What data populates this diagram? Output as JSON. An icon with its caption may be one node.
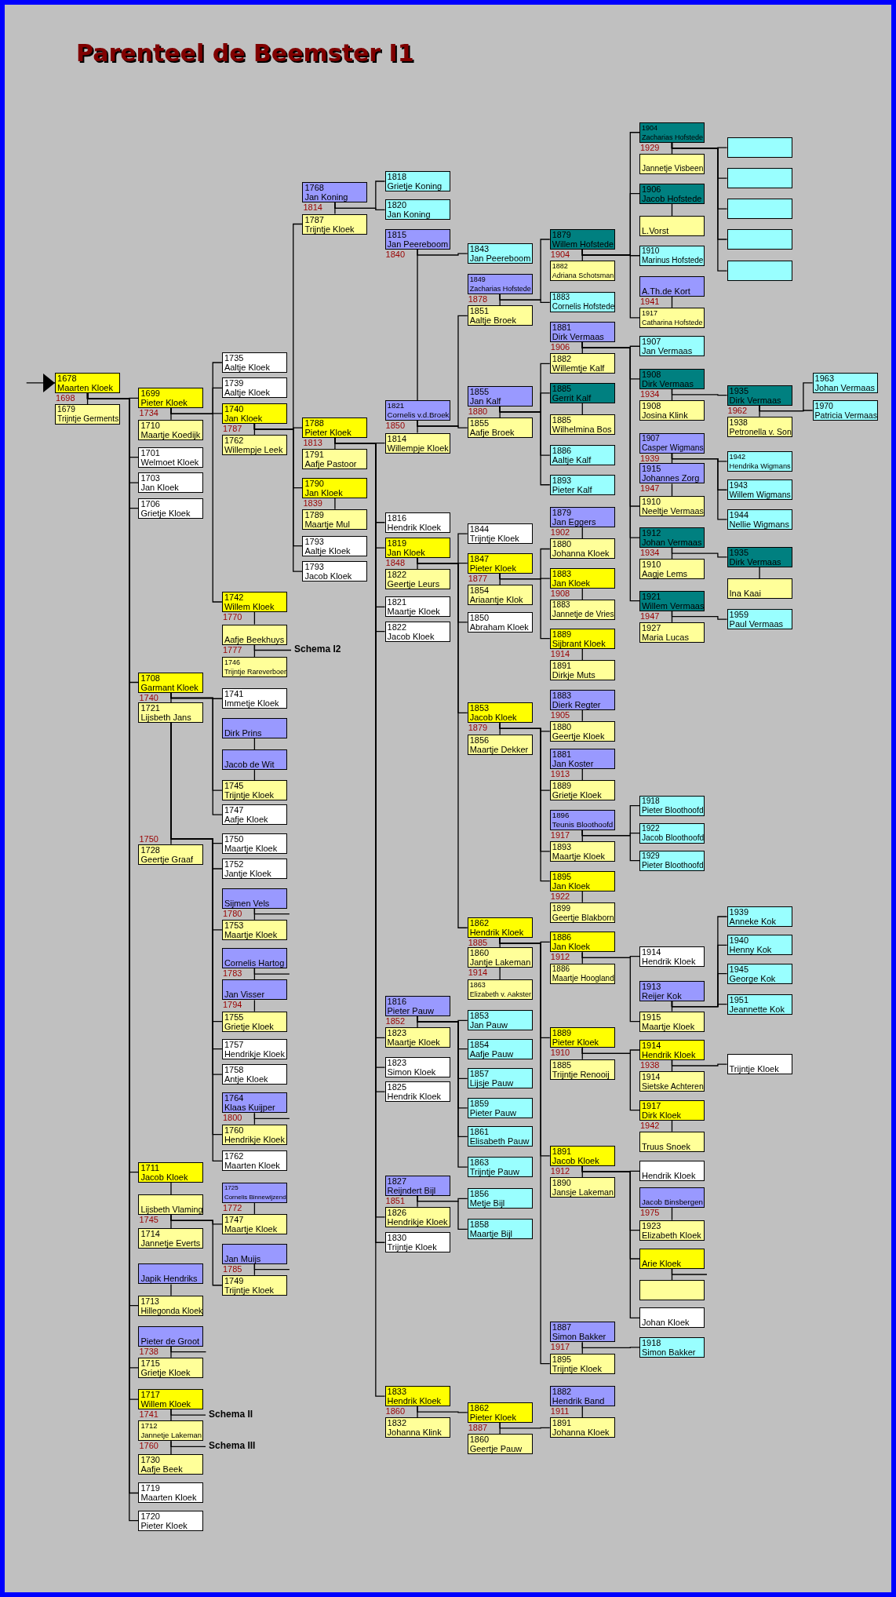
{
  "diagram": {
    "title": "Parenteel de Beemster I1",
    "nodes": [
      {
        "text": [
          "1678 Maarten Kloek"
        ],
        "beside": [
          "1698"
        ]
      },
      {
        "text": [
          "1679 Trijntje Germents"
        ]
      },
      {
        "text": [
          "1699 Pieter Kloek"
        ],
        "beside": [
          "1734"
        ]
      },
      {
        "text": [
          "1710 Maartje Koedijk"
        ]
      },
      {
        "text": [
          "1701 Welmoet Kloek"
        ]
      },
      {
        "text": [
          "1703 Jan Kloek"
        ]
      },
      {
        "text": [
          "1706 Grietje Kloek"
        ]
      },
      {
        "text": [
          "1708 Garmant Kloek"
        ],
        "beside": [
          "1740"
        ]
      },
      {
        "text": [
          "1721 Lijsbeth Jans"
        ]
      },
      {
        "text": [
          "1728 Geertje Graaf"
        ],
        "beside": [
          "1750"
        ]
      },
      {
        "text": [
          "1711 Jacob Kloek"
        ]
      },
      {
        "text": [
          "Lijsbeth Vlaming"
        ],
        "beside": [
          "1745"
        ]
      },
      {
        "text": [
          "1714 Jannetje Everts"
        ]
      },
      {
        "text": [
          "Japik Hendriks"
        ]
      },
      {
        "text": [
          "1713 Hillegonda Kloek"
        ]
      },
      {
        "text": [
          "Pieter de Groot"
        ],
        "beside": [
          "1738"
        ]
      },
      {
        "text": [
          "1715 Grietje Kloek"
        ]
      },
      {
        "text": [
          "1717 Willem Kloek"
        ],
        "beside": [
          "1741"
        ]
      },
      {
        "text": [
          "1712 Jannetje Lakeman"
        ],
        "beside": [
          "1760"
        ]
      },
      {
        "text": [
          "1730 Aafje Beek"
        ]
      },
      {
        "text": [
          "1719 Maarten Kloek"
        ]
      },
      {
        "text": [
          "1720 Pieter Kloek"
        ]
      },
      {
        "text": [
          "1735 Aaltje Kloek"
        ]
      },
      {
        "text": [
          "1739 Aaltje Kloek"
        ]
      },
      {
        "text": [
          "1740 Jan Kloek"
        ],
        "beside": [
          "1787"
        ]
      },
      {
        "text": [
          "1762 Willempje Leek"
        ]
      },
      {
        "text": [
          "1742 Willem Kloek"
        ],
        "beside": [
          "1770"
        ]
      },
      {
        "text": [
          "Aafje Beekhuys"
        ],
        "beside": [
          "1777"
        ]
      },
      {
        "text": [
          "1746 Trijntje Rareverboer"
        ]
      },
      {
        "text": [
          "Schema I2"
        ]
      },
      {
        "text": [
          "1741 Immetje Kloek"
        ]
      },
      {
        "text": [
          "Dirk Prins"
        ]
      },
      {
        "text": [
          "Jacob de Wit"
        ]
      },
      {
        "text": [
          "1745 Trijntje Kloek"
        ]
      },
      {
        "text": [
          "1747 Aafje Kloek"
        ]
      },
      {
        "text": [
          "1750 Maartje Kloek"
        ]
      },
      {
        "text": [
          "1752 Jantje Kloek"
        ]
      },
      {
        "text": [
          "Sijmen Vels"
        ],
        "beside": [
          "1780"
        ]
      },
      {
        "text": [
          "1753 Maartje Kloek"
        ]
      },
      {
        "text": [
          "Cornelis Hartog"
        ],
        "beside": [
          "1783"
        ]
      },
      {
        "text": [
          "Jan Visser"
        ],
        "beside": [
          "1794"
        ]
      },
      {
        "text": [
          "1755 Grietje Kloek"
        ]
      },
      {
        "text": [
          "1757 Hendrikje Kloek"
        ]
      },
      {
        "text": [
          "1758 Antje Kloek"
        ]
      },
      {
        "text": [
          "1764 Klaas Kuijper"
        ],
        "beside": [
          "1800"
        ]
      },
      {
        "text": [
          "1760 Hendrikje Kloek"
        ]
      },
      {
        "text": [
          "1762 Maarten Kloek"
        ]
      },
      {
        "text": [
          "1725 Cornelis Binnewijzend"
        ],
        "beside": [
          "1772"
        ]
      },
      {
        "text": [
          "1747 Maartje Kloek"
        ]
      },
      {
        "text": [
          "Jan Muijs"
        ],
        "beside": [
          "1785"
        ]
      },
      {
        "text": [
          "1749 Trijntje Kloek"
        ]
      },
      {
        "text": [
          "1768 Jan Koning"
        ],
        "beside": [
          "1814"
        ]
      },
      {
        "text": [
          "1787 Trijntje Kloek"
        ]
      },
      {
        "text": [
          "1788 Pieter Kloek"
        ],
        "beside": [
          "1813"
        ]
      },
      {
        "text": [
          "1791 Aafje Pastoor"
        ]
      },
      {
        "text": [
          "1790 Jan Kloek"
        ],
        "beside": [
          "1839"
        ]
      },
      {
        "text": [
          "1789 Maartje Mul"
        ]
      },
      {
        "text": [
          "1793 Aaltje Kloek"
        ]
      },
      {
        "text": [
          "1793 Jacob Kloek"
        ]
      },
      {
        "text": [
          "1818 Grietje Koning"
        ]
      },
      {
        "text": [
          "1820 Jan Koning"
        ]
      },
      {
        "text": [
          "1815 Jan Peereboom"
        ],
        "beside": [
          "1840"
        ]
      },
      {
        "text": [
          "1821 Cornelis v.d.Broek"
        ],
        "beside": [
          "1850"
        ]
      },
      {
        "text": [
          "1814 Willempje Kloek"
        ]
      },
      {
        "text": [
          "1816 Hendrik Kloek"
        ]
      },
      {
        "text": [
          "1819 Jan Kloek"
        ],
        "beside": [
          "1848"
        ]
      },
      {
        "text": [
          "1822 Geertje Leurs"
        ]
      },
      {
        "text": [
          "1821 Maartje Kloek"
        ]
      },
      {
        "text": [
          "1822 Jacob Kloek"
        ]
      },
      {
        "text": [
          "1816 Pieter Pauw"
        ],
        "beside": [
          "1852"
        ]
      },
      {
        "text": [
          "1823 Maartje Kloek"
        ]
      },
      {
        "text": [
          "1823 Simon Kloek"
        ]
      },
      {
        "text": [
          "1825 Hendrik Kloek"
        ]
      },
      {
        "text": [
          "1827 Reijndert Bijl"
        ],
        "beside": [
          "1851"
        ]
      },
      {
        "text": [
          "1826 Hendrikje Kloek"
        ]
      },
      {
        "text": [
          "1830 Trijntje Kloek"
        ]
      },
      {
        "text": [
          "1833 Hendrik Kloek"
        ],
        "beside": [
          "1860"
        ]
      },
      {
        "text": [
          "1832 Johanna Klink"
        ]
      },
      {
        "text": [
          "1843 Jan Peereboom"
        ]
      },
      {
        "text": [
          "1849 Zacharias Hofstede"
        ],
        "beside": [
          "1878"
        ]
      },
      {
        "text": [
          "1851 Aaltje Broek"
        ]
      },
      {
        "text": [
          "1855 Jan Kalf"
        ],
        "beside": [
          "1880"
        ]
      },
      {
        "text": [
          "1855 Aafje Broek"
        ]
      },
      {
        "text": [
          "1844 Trijntje Kloek"
        ]
      },
      {
        "text": [
          "1847 Pieter Kloek"
        ],
        "beside": [
          "1877"
        ]
      },
      {
        "text": [
          "1854 Ariaantje Klok"
        ]
      },
      {
        "text": [
          "1850 Abraham Kloek"
        ]
      },
      {
        "text": [
          "1853 Jacob Kloek"
        ],
        "beside": [
          "1879"
        ]
      },
      {
        "text": [
          "1856 Maartje Dekker"
        ]
      },
      {
        "text": [
          "1862 Hendrik Kloek"
        ],
        "beside": [
          "1885"
        ]
      },
      {
        "text": [
          "1860 Jantje Lakeman"
        ],
        "beside": [
          "1914"
        ]
      },
      {
        "text": [
          "1863 Elizabeth v. Aakster"
        ]
      },
      {
        "text": [
          "1853 Jan Pauw"
        ]
      },
      {
        "text": [
          "1854 Aafje Pauw"
        ]
      },
      {
        "text": [
          "1857 Lijsje Pauw"
        ]
      },
      {
        "text": [
          "1859 Pieter Pauw"
        ]
      },
      {
        "text": [
          "1861 Elisabeth Pauw"
        ]
      },
      {
        "text": [
          "1863 Trijntje Pauw"
        ]
      },
      {
        "text": [
          "1856 Metje Bijl"
        ]
      },
      {
        "text": [
          "1858 Maartje Bijl"
        ]
      },
      {
        "text": [
          "1862 Pieter Kloek"
        ],
        "beside": [
          "1887"
        ]
      },
      {
        "text": [
          "1860 Geertje Pauw"
        ]
      },
      {
        "text": [
          "1879 Willem Hofstede"
        ],
        "beside": [
          "1904"
        ]
      },
      {
        "text": [
          "1882 Adriana Schotsman"
        ]
      },
      {
        "text": [
          "1883 Cornelis Hofstede"
        ]
      },
      {
        "text": [
          "1881 Dirk Vermaas"
        ],
        "beside": [
          "1906"
        ]
      },
      {
        "text": [
          "1882 Willemtje Kalf"
        ]
      },
      {
        "text": [
          "1885 Gerrit Kalf"
        ]
      },
      {
        "text": [
          "1885 Wilhelmina Bos"
        ]
      },
      {
        "text": [
          "1886 Aaltje Kalf"
        ]
      },
      {
        "text": [
          "1893 Pieter Kalf"
        ]
      },
      {
        "text": [
          "1879 Jan Eggers"
        ],
        "beside": [
          "1902"
        ]
      },
      {
        "text": [
          "1880 Johanna Kloek"
        ]
      },
      {
        "text": [
          "1883 Jan Kloek"
        ],
        "beside": [
          "1908"
        ]
      },
      {
        "text": [
          "1883 Jannetje de Vries"
        ]
      },
      {
        "text": [
          "1889 Sijbrant Kloek"
        ],
        "beside": [
          "1914"
        ]
      },
      {
        "text": [
          "1891 Dirkje Muts"
        ]
      },
      {
        "text": [
          "1883 Dierk Regter"
        ],
        "beside": [
          "1905"
        ]
      },
      {
        "text": [
          "1880 Geertje Kloek"
        ]
      },
      {
        "text": [
          "1881 Jan Koster"
        ],
        "beside": [
          "1913"
        ]
      },
      {
        "text": [
          "1889 Grietje Kloek"
        ]
      },
      {
        "text": [
          "1896 Teunis Bloothoofd"
        ],
        "beside": [
          "1917"
        ]
      },
      {
        "text": [
          "1893 Maartje Kloek"
        ]
      },
      {
        "text": [
          "1895 Jan Kloek"
        ],
        "beside": [
          "1922"
        ]
      },
      {
        "text": [
          "1899 Geertje Blakborn"
        ]
      },
      {
        "text": [
          "1886 Jan Kloek"
        ],
        "beside": [
          "1912"
        ]
      },
      {
        "text": [
          "1886 Maartje Hoogland"
        ]
      },
      {
        "text": [
          "1889 Pieter Kloek"
        ],
        "beside": [
          "1910"
        ]
      },
      {
        "text": [
          "1885 Trijntje Renooij"
        ]
      },
      {
        "text": [
          "1891 Jacob Kloek"
        ],
        "beside": [
          "1912"
        ]
      },
      {
        "text": [
          "1890 Jansje Lakeman"
        ]
      },
      {
        "text": [
          "1887 Simon Bakker"
        ],
        "beside": [
          "1917"
        ]
      },
      {
        "text": [
          "1895 Trijntje Kloek"
        ]
      },
      {
        "text": [
          "1882 Hendrik Band"
        ],
        "beside": [
          "1911"
        ]
      },
      {
        "text": [
          "1891 Johanna Kloek"
        ]
      },
      {
        "text": [
          "1904 Zacharias Hofstede"
        ],
        "beside": [
          "1929"
        ]
      },
      {
        "text": [
          "Jannetje Visbeen"
        ]
      },
      {
        "text": [
          "1906 Jacob Hofstede"
        ]
      },
      {
        "text": [
          "L.Vorst"
        ]
      },
      {
        "text": [
          "1910 Marinus Hofstede"
        ]
      },
      {
        "text": [
          "A.Th.de Kort"
        ],
        "beside": [
          "1941"
        ]
      },
      {
        "text": [
          "1917 Catharina Hofstede"
        ]
      },
      {
        "text": [
          "1907 Jan Vermaas"
        ]
      },
      {
        "text": [
          "1908 Dirk Vermaas"
        ],
        "beside": [
          "1934"
        ]
      },
      {
        "text": [
          "1908 Josina Klink"
        ]
      },
      {
        "text": [
          "1907 Casper Wigmans"
        ],
        "beside": [
          "1939"
        ]
      },
      {
        "text": [
          "1915 Johannes Zorg"
        ],
        "beside": [
          "1947"
        ]
      },
      {
        "text": [
          "1910 Neeltje Vermaas"
        ]
      },
      {
        "text": [
          "1912 Johan Vermaas"
        ],
        "beside": [
          "1934"
        ]
      },
      {
        "text": [
          "1910 Aagje Lems"
        ]
      },
      {
        "text": [
          "1921 Willem Vermaas"
        ],
        "beside": [
          "1947"
        ]
      },
      {
        "text": [
          "1927 Maria Lucas"
        ]
      },
      {
        "text": [
          "1918 Pieter Bloothoofd"
        ]
      },
      {
        "text": [
          "1922 Jacob Bloothoofd"
        ]
      },
      {
        "text": [
          "1929 Pieter Bloothoofd"
        ]
      },
      {
        "text": [
          "1914 Hendrik Kloek"
        ]
      },
      {
        "text": [
          "1913 Reijer Kok"
        ]
      },
      {
        "text": [
          "1915 Maartje Kloek"
        ]
      },
      {
        "text": [
          "1914 Hendrik Kloek"
        ],
        "beside": [
          "1938"
        ]
      },
      {
        "text": [
          "1914 Sietske Achteren"
        ]
      },
      {
        "text": [
          "1917 Dirk Kloek"
        ],
        "beside": [
          "1942"
        ]
      },
      {
        "text": [
          "Truus Snoek"
        ]
      },
      {
        "text": [
          "Hendrik Kloek"
        ]
      },
      {
        "text": [
          "Jacob Binsbergen"
        ],
        "beside": [
          "1975"
        ]
      },
      {
        "text": [
          "1923 Elizabeth Kloek"
        ]
      },
      {
        "text": [
          "Arie Kloek"
        ]
      },
      {
        "text": [],
        "shape": "box"
      },
      {
        "text": [
          "Johan Kloek"
        ]
      },
      {
        "text": [
          "1918 Simon Bakker"
        ]
      },
      {
        "text": [],
        "shape": "box"
      },
      {
        "text": [],
        "shape": "box"
      },
      {
        "text": [],
        "shape": "box"
      },
      {
        "text": [],
        "shape": "box"
      },
      {
        "text": [],
        "shape": "box"
      },
      {
        "text": [
          "1935 Dirk Vermaas"
        ],
        "beside": [
          "1962"
        ]
      },
      {
        "text": [
          "1938 Petronella v. Son"
        ]
      },
      {
        "text": [
          "1942 Hendrika Wigmans"
        ]
      },
      {
        "text": [
          "1943 Willem Wigmans"
        ]
      },
      {
        "text": [
          "1944 Nellie Wigmans"
        ]
      },
      {
        "text": [
          "1935 Dirk Vermaas"
        ]
      },
      {
        "text": [
          "Ina Kaai"
        ]
      },
      {
        "text": [
          "1959 Paul Vermaas"
        ]
      },
      {
        "text": [
          "1939 Anneke Kok"
        ]
      },
      {
        "text": [
          "1940 Henny Kok"
        ]
      },
      {
        "text": [
          "1945 George Kok"
        ]
      },
      {
        "text": [
          "1951 Jeannette Kok"
        ]
      },
      {
        "text": [
          "Trijntje Kloek"
        ]
      },
      {
        "text": [
          "1963 Johan Vermaas"
        ]
      },
      {
        "text": [
          "1970 Patricia Vermaas"
        ]
      },
      {
        "text": [
          "Schema II"
        ]
      },
      {
        "text": [
          "Schema III"
        ]
      }
    ],
    "edges": [
      {
        "from": null,
        "to": 0,
        "arrow": "to"
      },
      {
        "from": 0,
        "to": 1,
        "arrow": "none"
      },
      {
        "from": 0,
        "to": 2,
        "arrow": "none"
      },
      {
        "from": 0,
        "to": 4,
        "arrow": "none"
      },
      {
        "from": 0,
        "to": 5,
        "arrow": "none"
      },
      {
        "from": 0,
        "to": 6,
        "arrow": "none"
      },
      {
        "from": 0,
        "to": 7,
        "arrow": "none"
      },
      {
        "from": 0,
        "to": 10,
        "arrow": "none"
      },
      {
        "from": 0,
        "to": 14,
        "arrow": "none"
      },
      {
        "from": 0,
        "to": 16,
        "arrow": "none"
      },
      {
        "from": 0,
        "to": 17,
        "arrow": "none"
      },
      {
        "from": 0,
        "to": 20,
        "arrow": "none"
      },
      {
        "from": 0,
        "to": 21,
        "arrow": "none"
      },
      {
        "from": 2,
        "to": 3,
        "arrow": "none"
      },
      {
        "from": 2,
        "to": 22,
        "arrow": "none"
      },
      {
        "from": 2,
        "to": 23,
        "arrow": "none"
      },
      {
        "from": 2,
        "to": 24,
        "arrow": "none"
      },
      {
        "from": 2,
        "to": 26,
        "arrow": "none"
      },
      {
        "from": 24,
        "to": 25,
        "arrow": "none"
      },
      {
        "from": 24,
        "to": 52,
        "arrow": "none"
      },
      {
        "from": 24,
        "to": 53,
        "arrow": "none"
      },
      {
        "from": 24,
        "to": 55,
        "arrow": "none"
      },
      {
        "from": 24,
        "to": 57,
        "arrow": "none"
      },
      {
        "from": 24,
        "to": 58,
        "arrow": "none"
      },
      {
        "from": 26,
        "to": 27,
        "arrow": "none"
      },
      {
        "from": 27,
        "to": 28,
        "arrow": "none"
      },
      {
        "from": 27,
        "to": 29,
        "arrow": "none"
      },
      {
        "from": 7,
        "to": 8,
        "arrow": "none"
      },
      {
        "from": 7,
        "to": 30,
        "arrow": "none"
      },
      {
        "from": 7,
        "to": 33,
        "arrow": "none"
      },
      {
        "from": 7,
        "to": 34,
        "arrow": "none"
      },
      {
        "from": 31,
        "to": 32,
        "arrow": "none"
      },
      {
        "from": 32,
        "to": 33,
        "arrow": "none"
      },
      {
        "from": 8,
        "to": 9,
        "arrow": "none"
      },
      {
        "from": 8,
        "to": 35,
        "arrow": "none"
      },
      {
        "from": 8,
        "to": 36,
        "arrow": "none"
      },
      {
        "from": 8,
        "to": 38,
        "arrow": "none"
      },
      {
        "from": 8,
        "to": 41,
        "arrow": "none"
      },
      {
        "from": 8,
        "to": 42,
        "arrow": "none"
      },
      {
        "from": 8,
        "to": 43,
        "arrow": "none"
      },
      {
        "from": 8,
        "to": 45,
        "arrow": "none"
      },
      {
        "from": 8,
        "to": 46,
        "arrow": "none"
      },
      {
        "from": 37,
        "to": 38,
        "arrow": "none"
      },
      {
        "from": 37,
        "to": null,
        "arrow": "none"
      },
      {
        "from": 39,
        "to": 40,
        "arrow": "none"
      },
      {
        "from": 40,
        "to": 41,
        "arrow": "none"
      },
      {
        "from": 39,
        "to": null,
        "arrow": "none"
      },
      {
        "from": 44,
        "to": 45,
        "arrow": "none"
      },
      {
        "from": 44,
        "to": null,
        "arrow": "none"
      },
      {
        "from": 10,
        "to": 11,
        "arrow": "none"
      },
      {
        "from": 11,
        "to": 12,
        "arrow": "none"
      },
      {
        "from": 11,
        "to": 48,
        "arrow": "none"
      },
      {
        "from": 11,
        "to": 50,
        "arrow": "none"
      },
      {
        "from": 47,
        "to": 48,
        "arrow": "none"
      },
      {
        "from": 49,
        "to": 50,
        "arrow": "none"
      },
      {
        "from": 49,
        "to": null,
        "arrow": "none"
      },
      {
        "from": 13,
        "to": 14,
        "arrow": "none"
      },
      {
        "from": 15,
        "to": 16,
        "arrow": "none"
      },
      {
        "from": 15,
        "to": null,
        "arrow": "none"
      },
      {
        "from": 17,
        "to": 18,
        "arrow": "none"
      },
      {
        "from": 17,
        "to": 189,
        "arrow": "none"
      },
      {
        "from": 18,
        "to": 19,
        "arrow": "none"
      },
      {
        "from": 18,
        "to": 190,
        "arrow": "none"
      },
      {
        "from": 51,
        "to": 52,
        "arrow": "none"
      },
      {
        "from": 51,
        "to": 59,
        "arrow": "none"
      },
      {
        "from": 51,
        "to": 60,
        "arrow": "none"
      },
      {
        "from": 53,
        "to": 54,
        "arrow": "none"
      },
      {
        "from": 53,
        "to": 63,
        "arrow": "none"
      },
      {
        "from": 53,
        "to": 64,
        "arrow": "none"
      },
      {
        "from": 53,
        "to": 65,
        "arrow": "none"
      },
      {
        "from": 53,
        "to": 67,
        "arrow": "none"
      },
      {
        "from": 53,
        "to": 68,
        "arrow": "none"
      },
      {
        "from": 53,
        "to": 70,
        "arrow": "none"
      },
      {
        "from": 53,
        "to": 71,
        "arrow": "none"
      },
      {
        "from": 53,
        "to": 72,
        "arrow": "none"
      },
      {
        "from": 53,
        "to": 74,
        "arrow": "none"
      },
      {
        "from": 53,
        "to": 75,
        "arrow": "none"
      },
      {
        "from": 53,
        "to": 76,
        "arrow": "none"
      },
      {
        "from": 55,
        "to": 56,
        "arrow": "none"
      },
      {
        "from": 61,
        "to": 62,
        "arrow": "none"
      },
      {
        "from": 61,
        "to": 78,
        "arrow": "none"
      },
      {
        "from": 62,
        "to": 63,
        "arrow": "none"
      },
      {
        "from": 62,
        "to": 80,
        "arrow": "none"
      },
      {
        "from": 62,
        "to": 82,
        "arrow": "none"
      },
      {
        "from": 79,
        "to": 80,
        "arrow": "none"
      },
      {
        "from": 79,
        "to": 102,
        "arrow": "none"
      },
      {
        "from": 79,
        "to": 104,
        "arrow": "none"
      },
      {
        "from": 102,
        "to": 103,
        "arrow": "none"
      },
      {
        "from": 102,
        "to": 135,
        "arrow": "none"
      },
      {
        "from": 102,
        "to": 137,
        "arrow": "none"
      },
      {
        "from": 102,
        "to": 139,
        "arrow": "none"
      },
      {
        "from": 102,
        "to": 141,
        "arrow": "none"
      },
      {
        "from": 135,
        "to": 136,
        "arrow": "none"
      },
      {
        "from": 135,
        "to": 169,
        "arrow": "none"
      },
      {
        "from": 135,
        "to": 170,
        "arrow": "none"
      },
      {
        "from": 135,
        "to": 171,
        "arrow": "none"
      },
      {
        "from": 135,
        "to": 172,
        "arrow": "none"
      },
      {
        "from": 135,
        "to": 173,
        "arrow": "none"
      },
      {
        "from": 137,
        "to": 138,
        "arrow": "none"
      },
      {
        "from": 140,
        "to": 141,
        "arrow": "none"
      },
      {
        "from": 81,
        "to": 82,
        "arrow": "none"
      },
      {
        "from": 81,
        "to": 106,
        "arrow": "none"
      },
      {
        "from": 81,
        "to": 107,
        "arrow": "none"
      },
      {
        "from": 81,
        "to": 109,
        "arrow": "none"
      },
      {
        "from": 81,
        "to": 110,
        "arrow": "none"
      },
      {
        "from": 105,
        "to": 106,
        "arrow": "none"
      },
      {
        "from": 105,
        "to": 142,
        "arrow": "none"
      },
      {
        "from": 105,
        "to": 143,
        "arrow": "none"
      },
      {
        "from": 105,
        "to": 147,
        "arrow": "none"
      },
      {
        "from": 105,
        "to": 148,
        "arrow": "none"
      },
      {
        "from": 105,
        "to": 150,
        "arrow": "none"
      },
      {
        "from": 107,
        "to": 108,
        "arrow": "none"
      },
      {
        "from": 143,
        "to": 144,
        "arrow": "none"
      },
      {
        "from": 143,
        "to": 174,
        "arrow": "none"
      },
      {
        "from": 174,
        "to": 175,
        "arrow": "none"
      },
      {
        "from": 174,
        "to": 187,
        "arrow": "none"
      },
      {
        "from": 174,
        "to": 188,
        "arrow": "none"
      },
      {
        "from": 145,
        "to": 146,
        "arrow": "none"
      },
      {
        "from": 146,
        "to": 147,
        "arrow": "none"
      },
      {
        "from": 145,
        "to": 176,
        "arrow": "none"
      },
      {
        "from": 145,
        "to": 177,
        "arrow": "none"
      },
      {
        "from": 145,
        "to": 178,
        "arrow": "none"
      },
      {
        "from": 148,
        "to": 149,
        "arrow": "none"
      },
      {
        "from": 148,
        "to": 179,
        "arrow": "none"
      },
      {
        "from": 179,
        "to": 180,
        "arrow": "none"
      },
      {
        "from": 150,
        "to": 151,
        "arrow": "none"
      },
      {
        "from": 150,
        "to": 181,
        "arrow": "none"
      },
      {
        "from": 65,
        "to": 66,
        "arrow": "none"
      },
      {
        "from": 65,
        "to": 83,
        "arrow": "none"
      },
      {
        "from": 65,
        "to": 84,
        "arrow": "none"
      },
      {
        "from": 65,
        "to": 86,
        "arrow": "none"
      },
      {
        "from": 65,
        "to": 87,
        "arrow": "none"
      },
      {
        "from": 65,
        "to": 89,
        "arrow": "none"
      },
      {
        "from": 84,
        "to": 85,
        "arrow": "none"
      },
      {
        "from": 84,
        "to": 112,
        "arrow": "none"
      },
      {
        "from": 84,
        "to": 113,
        "arrow": "none"
      },
      {
        "from": 84,
        "to": 115,
        "arrow": "none"
      },
      {
        "from": 111,
        "to": 112,
        "arrow": "none"
      },
      {
        "from": 113,
        "to": 114,
        "arrow": "none"
      },
      {
        "from": 115,
        "to": 116,
        "arrow": "none"
      },
      {
        "from": 87,
        "to": 88,
        "arrow": "none"
      },
      {
        "from": 87,
        "to": 118,
        "arrow": "none"
      },
      {
        "from": 87,
        "to": 120,
        "arrow": "none"
      },
      {
        "from": 87,
        "to": 122,
        "arrow": "none"
      },
      {
        "from": 87,
        "to": 123,
        "arrow": "none"
      },
      {
        "from": 117,
        "to": 118,
        "arrow": "none"
      },
      {
        "from": 119,
        "to": 120,
        "arrow": "none"
      },
      {
        "from": 121,
        "to": 122,
        "arrow": "none"
      },
      {
        "from": 121,
        "to": 152,
        "arrow": "none"
      },
      {
        "from": 121,
        "to": 153,
        "arrow": "none"
      },
      {
        "from": 121,
        "to": 154,
        "arrow": "none"
      },
      {
        "from": 123,
        "to": 124,
        "arrow": "none"
      },
      {
        "from": 89,
        "to": 90,
        "arrow": "none"
      },
      {
        "from": 90,
        "to": 91,
        "arrow": "none"
      },
      {
        "from": 89,
        "to": 125,
        "arrow": "none"
      },
      {
        "from": 89,
        "to": 127,
        "arrow": "none"
      },
      {
        "from": 89,
        "to": 129,
        "arrow": "none"
      },
      {
        "from": 89,
        "to": 132,
        "arrow": "none"
      },
      {
        "from": 125,
        "to": 126,
        "arrow": "none"
      },
      {
        "from": 125,
        "to": 155,
        "arrow": "none"
      },
      {
        "from": 125,
        "to": 157,
        "arrow": "none"
      },
      {
        "from": 156,
        "to": 157,
        "arrow": "none"
      },
      {
        "from": 156,
        "to": 182,
        "arrow": "none"
      },
      {
        "from": 156,
        "to": 183,
        "arrow": "none"
      },
      {
        "from": 156,
        "to": 184,
        "arrow": "none"
      },
      {
        "from": 156,
        "to": 185,
        "arrow": "none"
      },
      {
        "from": 127,
        "to": 128,
        "arrow": "none"
      },
      {
        "from": 127,
        "to": 158,
        "arrow": "none"
      },
      {
        "from": 127,
        "to": 160,
        "arrow": "none"
      },
      {
        "from": 158,
        "to": 159,
        "arrow": "none"
      },
      {
        "from": 158,
        "to": 186,
        "arrow": "none"
      },
      {
        "from": 160,
        "to": 161,
        "arrow": "none"
      },
      {
        "from": 129,
        "to": 130,
        "arrow": "none"
      },
      {
        "from": 129,
        "to": 162,
        "arrow": "none"
      },
      {
        "from": 129,
        "to": 164,
        "arrow": "none"
      },
      {
        "from": 129,
        "to": 165,
        "arrow": "none"
      },
      {
        "from": 129,
        "to": 167,
        "arrow": "none"
      },
      {
        "from": 163,
        "to": 164,
        "arrow": "none"
      },
      {
        "from": 165,
        "to": 166,
        "arrow": "none"
      },
      {
        "from": 165,
        "to": null,
        "arrow": "none"
      },
      {
        "from": 131,
        "to": 132,
        "arrow": "none"
      },
      {
        "from": 131,
        "to": 168,
        "arrow": "none"
      },
      {
        "from": 69,
        "to": 70,
        "arrow": "none"
      },
      {
        "from": 69,
        "to": 92,
        "arrow": "none"
      },
      {
        "from": 69,
        "to": 93,
        "arrow": "none"
      },
      {
        "from": 69,
        "to": 94,
        "arrow": "none"
      },
      {
        "from": 69,
        "to": 95,
        "arrow": "none"
      },
      {
        "from": 69,
        "to": 96,
        "arrow": "none"
      },
      {
        "from": 69,
        "to": 97,
        "arrow": "none"
      },
      {
        "from": 73,
        "to": 74,
        "arrow": "none"
      },
      {
        "from": 73,
        "to": 98,
        "arrow": "none"
      },
      {
        "from": 73,
        "to": 99,
        "arrow": "none"
      },
      {
        "from": 76,
        "to": 77,
        "arrow": "none"
      },
      {
        "from": 76,
        "to": 100,
        "arrow": "none"
      },
      {
        "from": 100,
        "to": 101,
        "arrow": "none"
      },
      {
        "from": 100,
        "to": 134,
        "arrow": "none"
      },
      {
        "from": 133,
        "to": 134,
        "arrow": "none"
      }
    ]
  }
}
